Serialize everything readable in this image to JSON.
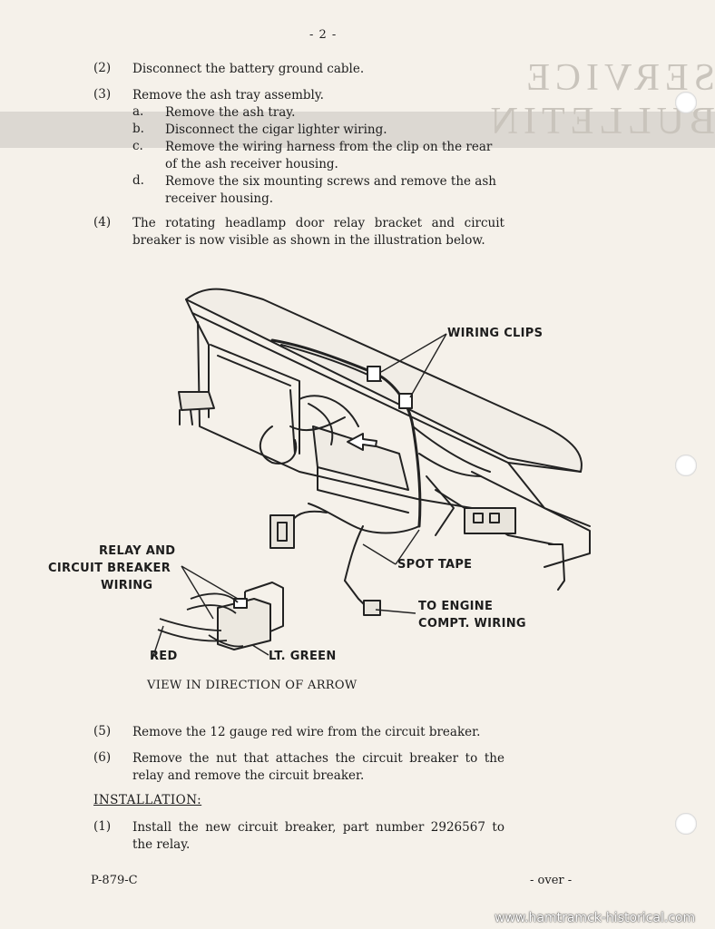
{
  "page_number": "- 2 -",
  "steps_top": [
    {
      "num": "(2)",
      "text": "Disconnect the battery ground cable."
    },
    {
      "num": "(3)",
      "text": "Remove the ash tray assembly."
    }
  ],
  "substeps": [
    {
      "letter": "a.",
      "text": "Remove the ash tray."
    },
    {
      "letter": "b.",
      "text": "Disconnect the cigar lighter wiring."
    },
    {
      "letter": "c.",
      "text": "Remove the wiring harness from the clip on the rear of the ash receiver housing."
    },
    {
      "letter": "d.",
      "text": "Remove the six mounting screws and remove the ash receiver housing."
    }
  ],
  "step4": {
    "num": "(4)",
    "text": "The rotating headlamp door relay bracket and circuit breaker is now visible as shown in the illustration below."
  },
  "illustration": {
    "wiring_clips": "WIRING CLIPS",
    "relay_label_1": "RELAY AND",
    "relay_label_2": "CIRCUIT BREAKER",
    "relay_label_3": "WIRING",
    "spot_tape": "SPOT TAPE",
    "engine_1": "TO ENGINE",
    "engine_2": "COMPT. WIRING",
    "red": "RED",
    "lt_green": "LT. GREEN",
    "caption": "VIEW IN DIRECTION OF ARROW"
  },
  "steps_bottom": [
    {
      "num": "(5)",
      "text": "Remove the 12 gauge red wire from the circuit breaker."
    },
    {
      "num": "(6)",
      "text": "Remove the nut that attaches the circuit breaker to the relay and remove the circuit breaker."
    }
  ],
  "installation": {
    "heading": "INSTALLATION:",
    "step": {
      "num": "(1)",
      "text": "Install the new circuit breaker, part number 2926567 to the relay."
    }
  },
  "footer": {
    "left": "P-879-C",
    "right": "- over -"
  },
  "watermark": "www.hamtramck-historical.com"
}
